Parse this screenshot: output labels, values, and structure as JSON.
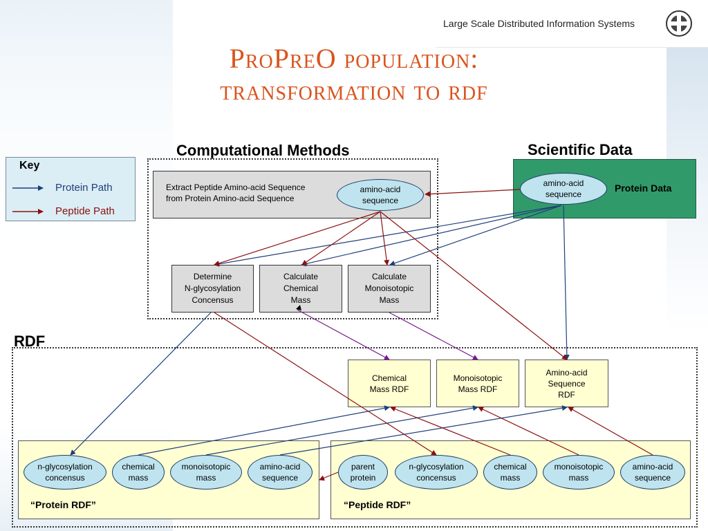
{
  "header": {
    "org_name": "Large Scale Distributed Information Systems"
  },
  "title": {
    "line1": "ProPreO population:",
    "line2": "transformation to rdf"
  },
  "headings": {
    "computational_methods": "Computational Methods",
    "scientific_data": "Scientific Data",
    "rdf": "RDF"
  },
  "key": {
    "title": "Key",
    "protein_path": "Protein Path",
    "peptide_path": "Peptide Path",
    "protein_color": "#1f3f7a",
    "peptide_color": "#8b1010"
  },
  "computational": {
    "extract_text": "Extract Peptide Amino-acid Sequence\nfrom Protein Amino-acid Sequence",
    "aa_sequence": "amino-acid\nsequence",
    "determine": "Determine\nN-glycosylation\nConcensus",
    "calc_chem": "Calculate\nChemical\nMass",
    "calc_mono": "Calculate\nMonoisotopic\nMass"
  },
  "scientific": {
    "aa_sequence": "amino-acid\nsequence",
    "protein_data": "Protein Data"
  },
  "rdf": {
    "chem_rdf": "Chemical\nMass RDF",
    "mono_rdf": "Monoisotopic\nMass RDF",
    "aa_rdf": "Amino-acid\nSequence\nRDF"
  },
  "protein_rdf": {
    "caption": "“Protein RDF”",
    "nglyco": "n-glycosylation\nconcensus",
    "chem": "chemical\nmass",
    "mono": "monoisotopic\nmass",
    "aa": "amino-acid\nsequence"
  },
  "peptide_rdf": {
    "caption": "“Peptide RDF”",
    "parent": "parent\nprotein",
    "nglyco": "n-glycosylation\nconcensus",
    "chem": "chemical\nmass",
    "mono": "monoisotopic\nmass",
    "aa": "amino-acid\nsequence"
  },
  "colors": {
    "title": "#d9541e",
    "protein_data_fill": "#319a6b",
    "rdf_box_fill": "#ffffd2",
    "ellipse_fill": "#bfe4ef",
    "process_fill": "#dcdcdc",
    "compute_arrow": "#7a1a8c"
  }
}
